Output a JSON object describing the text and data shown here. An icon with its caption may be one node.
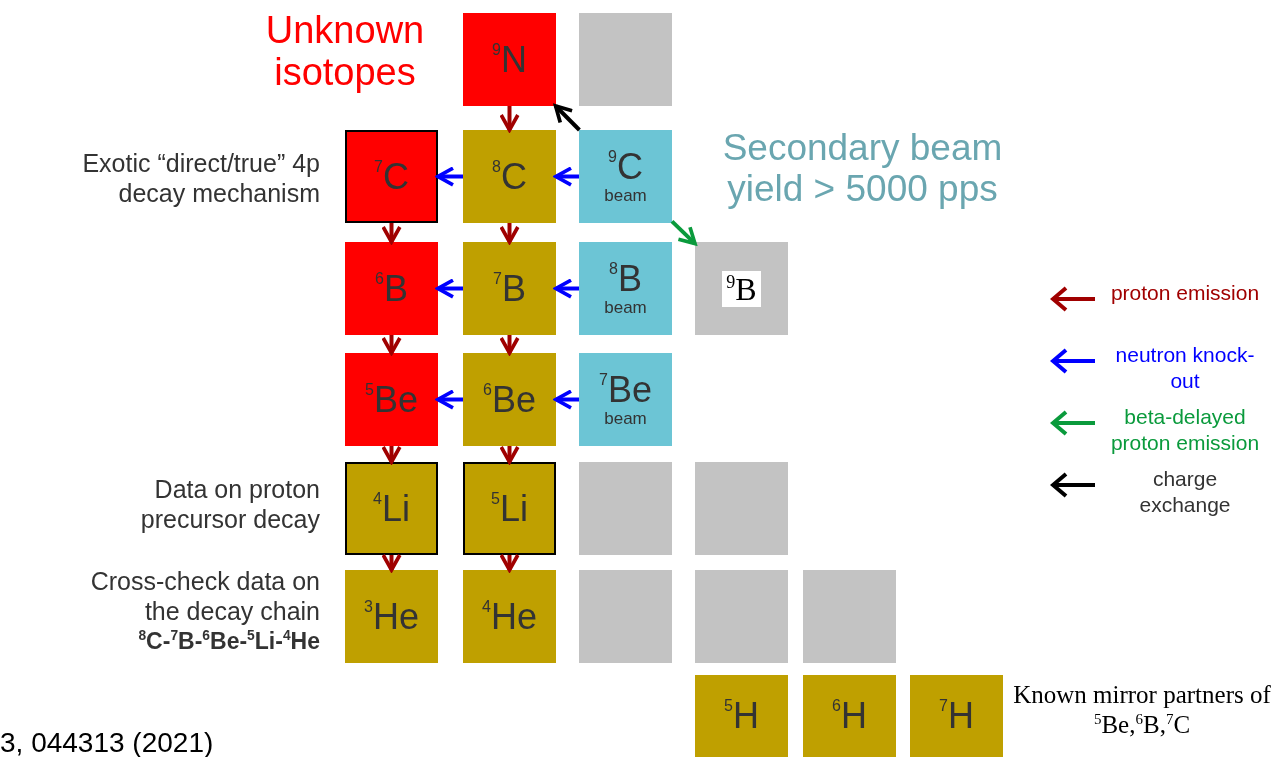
{
  "diagram": {
    "nodes": [
      {
        "text": [
          "$^{9}$N"
        ]
      },
      {
        "text": [],
        "shape": "box"
      },
      {
        "text": [
          "$^{7}$C"
        ]
      },
      {
        "text": [
          "$^{8}$C"
        ]
      },
      {
        "text": [
          "$^{9}$C",
          "beam"
        ]
      },
      {
        "text": [
          "$^{6}$B"
        ]
      },
      {
        "text": [
          "$^{7}$B"
        ]
      },
      {
        "text": [
          "$^{8}$B",
          "beam"
        ]
      },
      {
        "text": [
          "$^{9}$B"
        ]
      },
      {
        "text": [
          "$^{5}$Be"
        ]
      },
      {
        "text": [
          "$^{6}$Be"
        ]
      },
      {
        "text": [
          "$^{7}$Be",
          "beam"
        ]
      },
      {
        "text": [
          "$^{4}$Li"
        ]
      },
      {
        "text": [
          "$^{5}$Li"
        ]
      },
      {
        "text": [],
        "shape": "box"
      },
      {
        "text": [],
        "shape": "box"
      },
      {
        "text": [
          "$^{3}$He"
        ]
      },
      {
        "text": [
          "$^{4}$He"
        ]
      },
      {
        "text": [],
        "shape": "box"
      },
      {
        "text": [],
        "shape": "box"
      },
      {
        "text": [],
        "shape": "box"
      },
      {
        "text": [
          "$^{5}$H"
        ]
      },
      {
        "text": [
          "$^{6}$H"
        ]
      },
      {
        "text": [
          "$^{7}$H"
        ]
      }
    ],
    "edges": [
      {
        "from": 0,
        "to": 3,
        "arrow": "to"
      },
      {
        "from": 2,
        "to": 5,
        "arrow": "to"
      },
      {
        "from": 3,
        "to": 6,
        "arrow": "to"
      },
      {
        "from": 5,
        "to": 9,
        "arrow": "to"
      },
      {
        "from": 6,
        "to": 10,
        "arrow": "to"
      },
      {
        "from": 9,
        "to": 12,
        "arrow": "to"
      },
      {
        "from": 10,
        "to": 13,
        "arrow": "to"
      },
      {
        "from": 12,
        "to": 16,
        "arrow": "to"
      },
      {
        "from": 13,
        "to": 17,
        "arrow": "to"
      },
      {
        "from": 3,
        "to": 2,
        "arrow": "to",
        "color": "#0000ff"
      },
      {
        "from": 4,
        "to": 3,
        "arrow": "to",
        "color": "#0000ff"
      },
      {
        "from": 6,
        "to": 5,
        "arrow": "to",
        "color": "#0000ff"
      },
      {
        "from": 7,
        "to": 6,
        "arrow": "to",
        "color": "#0000ff"
      },
      {
        "from": 10,
        "to": 9,
        "arrow": "to",
        "color": "#0000ff"
      },
      {
        "from": 11,
        "to": 10,
        "arrow": "to",
        "color": "#0000ff"
      },
      {
        "from": 4,
        "to": 8,
        "arrow": "to",
        "color": "#0a9a3c"
      },
      {
        "from": 4,
        "to": 0,
        "arrow": "to",
        "color": "#000000"
      }
    ],
    "labels": [
      "Unknown isotopes",
      "Exotic “direct/true” 4p decay mechanism",
      "Secondary beam yield > 5000 pps",
      "Data on proton precursor decay",
      "Cross-check data on the decay chain",
      "$^{8}$C-$^{7}$B-$^{6}$Be-$^{5}$Li-$^{4}$He",
      "Known mirror partners of $^{5}$Be,$^{6}$B,$^{7}$C",
      "3, 044313 (2021)"
    ],
    "legend": [
      {
        "text": "proton emission",
        "color": "#a00000"
      },
      {
        "text": "neutron knock-out",
        "color": "#0000ff"
      },
      {
        "text": "beta-delayed proton emission",
        "color": "#0a9a3c"
      },
      {
        "text": "charge exchange",
        "color": "#000000"
      }
    ]
  }
}
